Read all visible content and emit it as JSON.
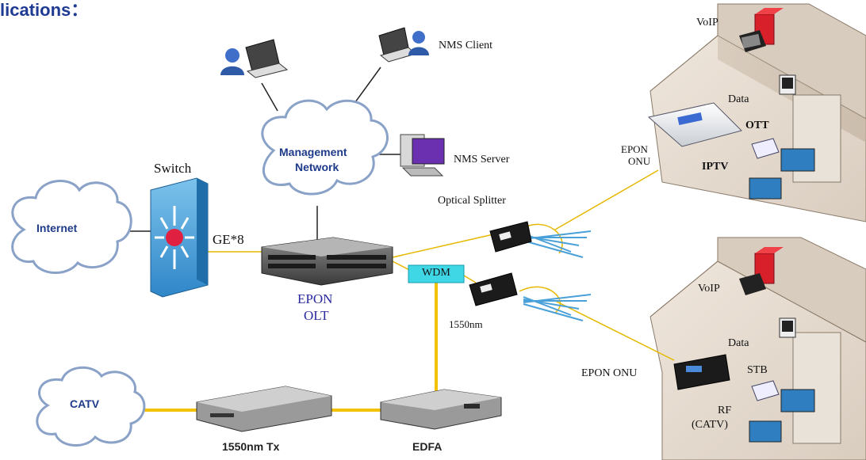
{
  "heading": "lications：",
  "nodes": {
    "nms_client": "NMS Client",
    "nms_server": "NMS Server",
    "management_network": [
      "Management",
      "Network"
    ],
    "switch": "Switch",
    "internet": "Internet",
    "ge": "GE*8",
    "olt": [
      "EPON",
      "OLT"
    ],
    "optical_splitter": "Optical Splitter",
    "wdm": "WDM",
    "wavelength": "1550nm",
    "catv": "CATV",
    "tx": "1550nm Tx",
    "edfa": "EDFA"
  },
  "house_top": {
    "voip": "VoIP",
    "data": "Data",
    "ott": "OTT",
    "iptv": "IPTV",
    "onu": [
      "EPON",
      "ONU"
    ]
  },
  "house_bottom": {
    "voip": "VoIP",
    "data": "Data",
    "stb": "STB",
    "rf": [
      "RF",
      "(CATV)"
    ],
    "onu": "EPON ONU"
  },
  "colors": {
    "heading": "#1f3a93",
    "olt_label": "#2a2aa0",
    "fiber": "#f2c200",
    "wdm_box": "#3fd6e6",
    "cloud_text": "#1e3a8a"
  }
}
